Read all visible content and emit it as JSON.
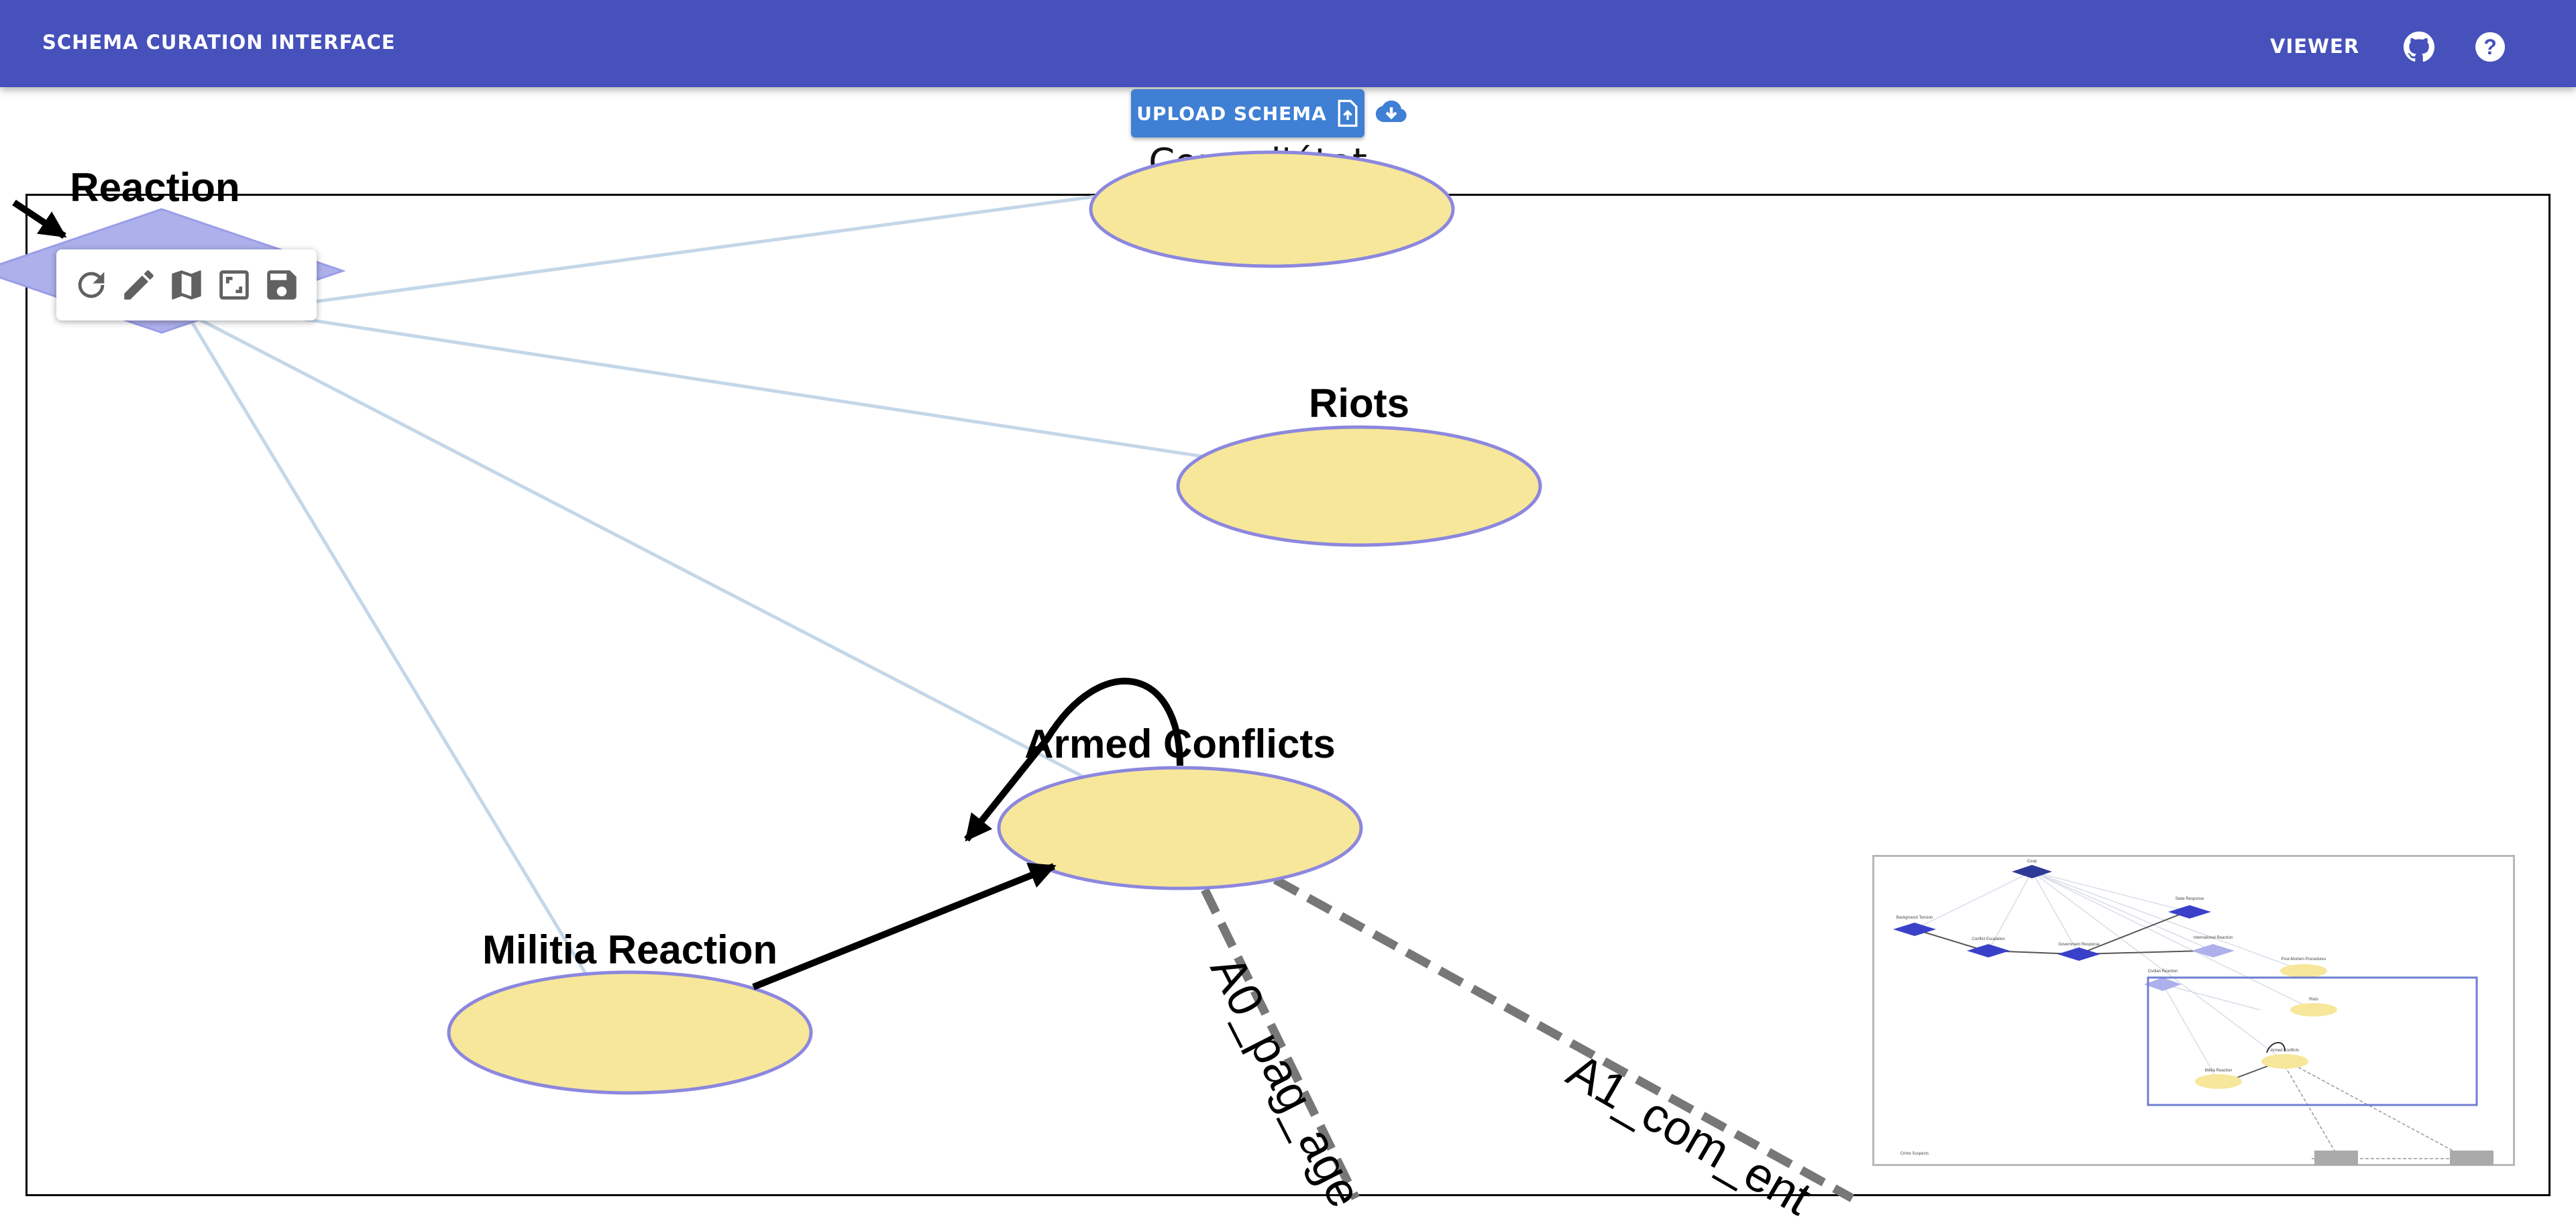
{
  "appbar": {
    "title": "SCHEMA CURATION INTERFACE",
    "viewer_label": "VIEWER",
    "github_icon": "github-icon",
    "help_icon": "help-icon",
    "color": "#4651bb"
  },
  "upload": {
    "label": "UPLOAD SCHEMA",
    "icon": "file-upload-icon",
    "download_icon": "cloud-download-icon",
    "button_color": "#3f7fd4"
  },
  "schema": {
    "title": "Coup d'état"
  },
  "graph": {
    "nodes": {
      "reaction": "Reaction",
      "riots": "Riots",
      "armed_conflicts": "Armed Conflicts",
      "militia_reaction": "Militia Reaction"
    },
    "edge_labels": {
      "a0": "A0_pag_age",
      "a1": "A1_com_ent"
    },
    "colors": {
      "event_fill": "#f7e79a",
      "event_stroke": "#8c87de",
      "diamond_fill": "#aeb0ec",
      "link": "#c4d7e8",
      "relation": "#777777"
    }
  },
  "toolbar": {
    "items": [
      "refresh-icon",
      "edit-icon",
      "map-icon",
      "fit-screen-icon",
      "save-icon"
    ]
  },
  "minimap": {
    "labels": [
      "Crime Suspects",
      "Background Tension",
      "Conflict Escalation",
      "Government Response",
      "State Response",
      "International Reaction",
      "Civilian Reaction",
      "Post-Mortem Procedures",
      "Riots",
      "Militia Reaction",
      "Armed Conflicts",
      "Coup"
    ]
  }
}
